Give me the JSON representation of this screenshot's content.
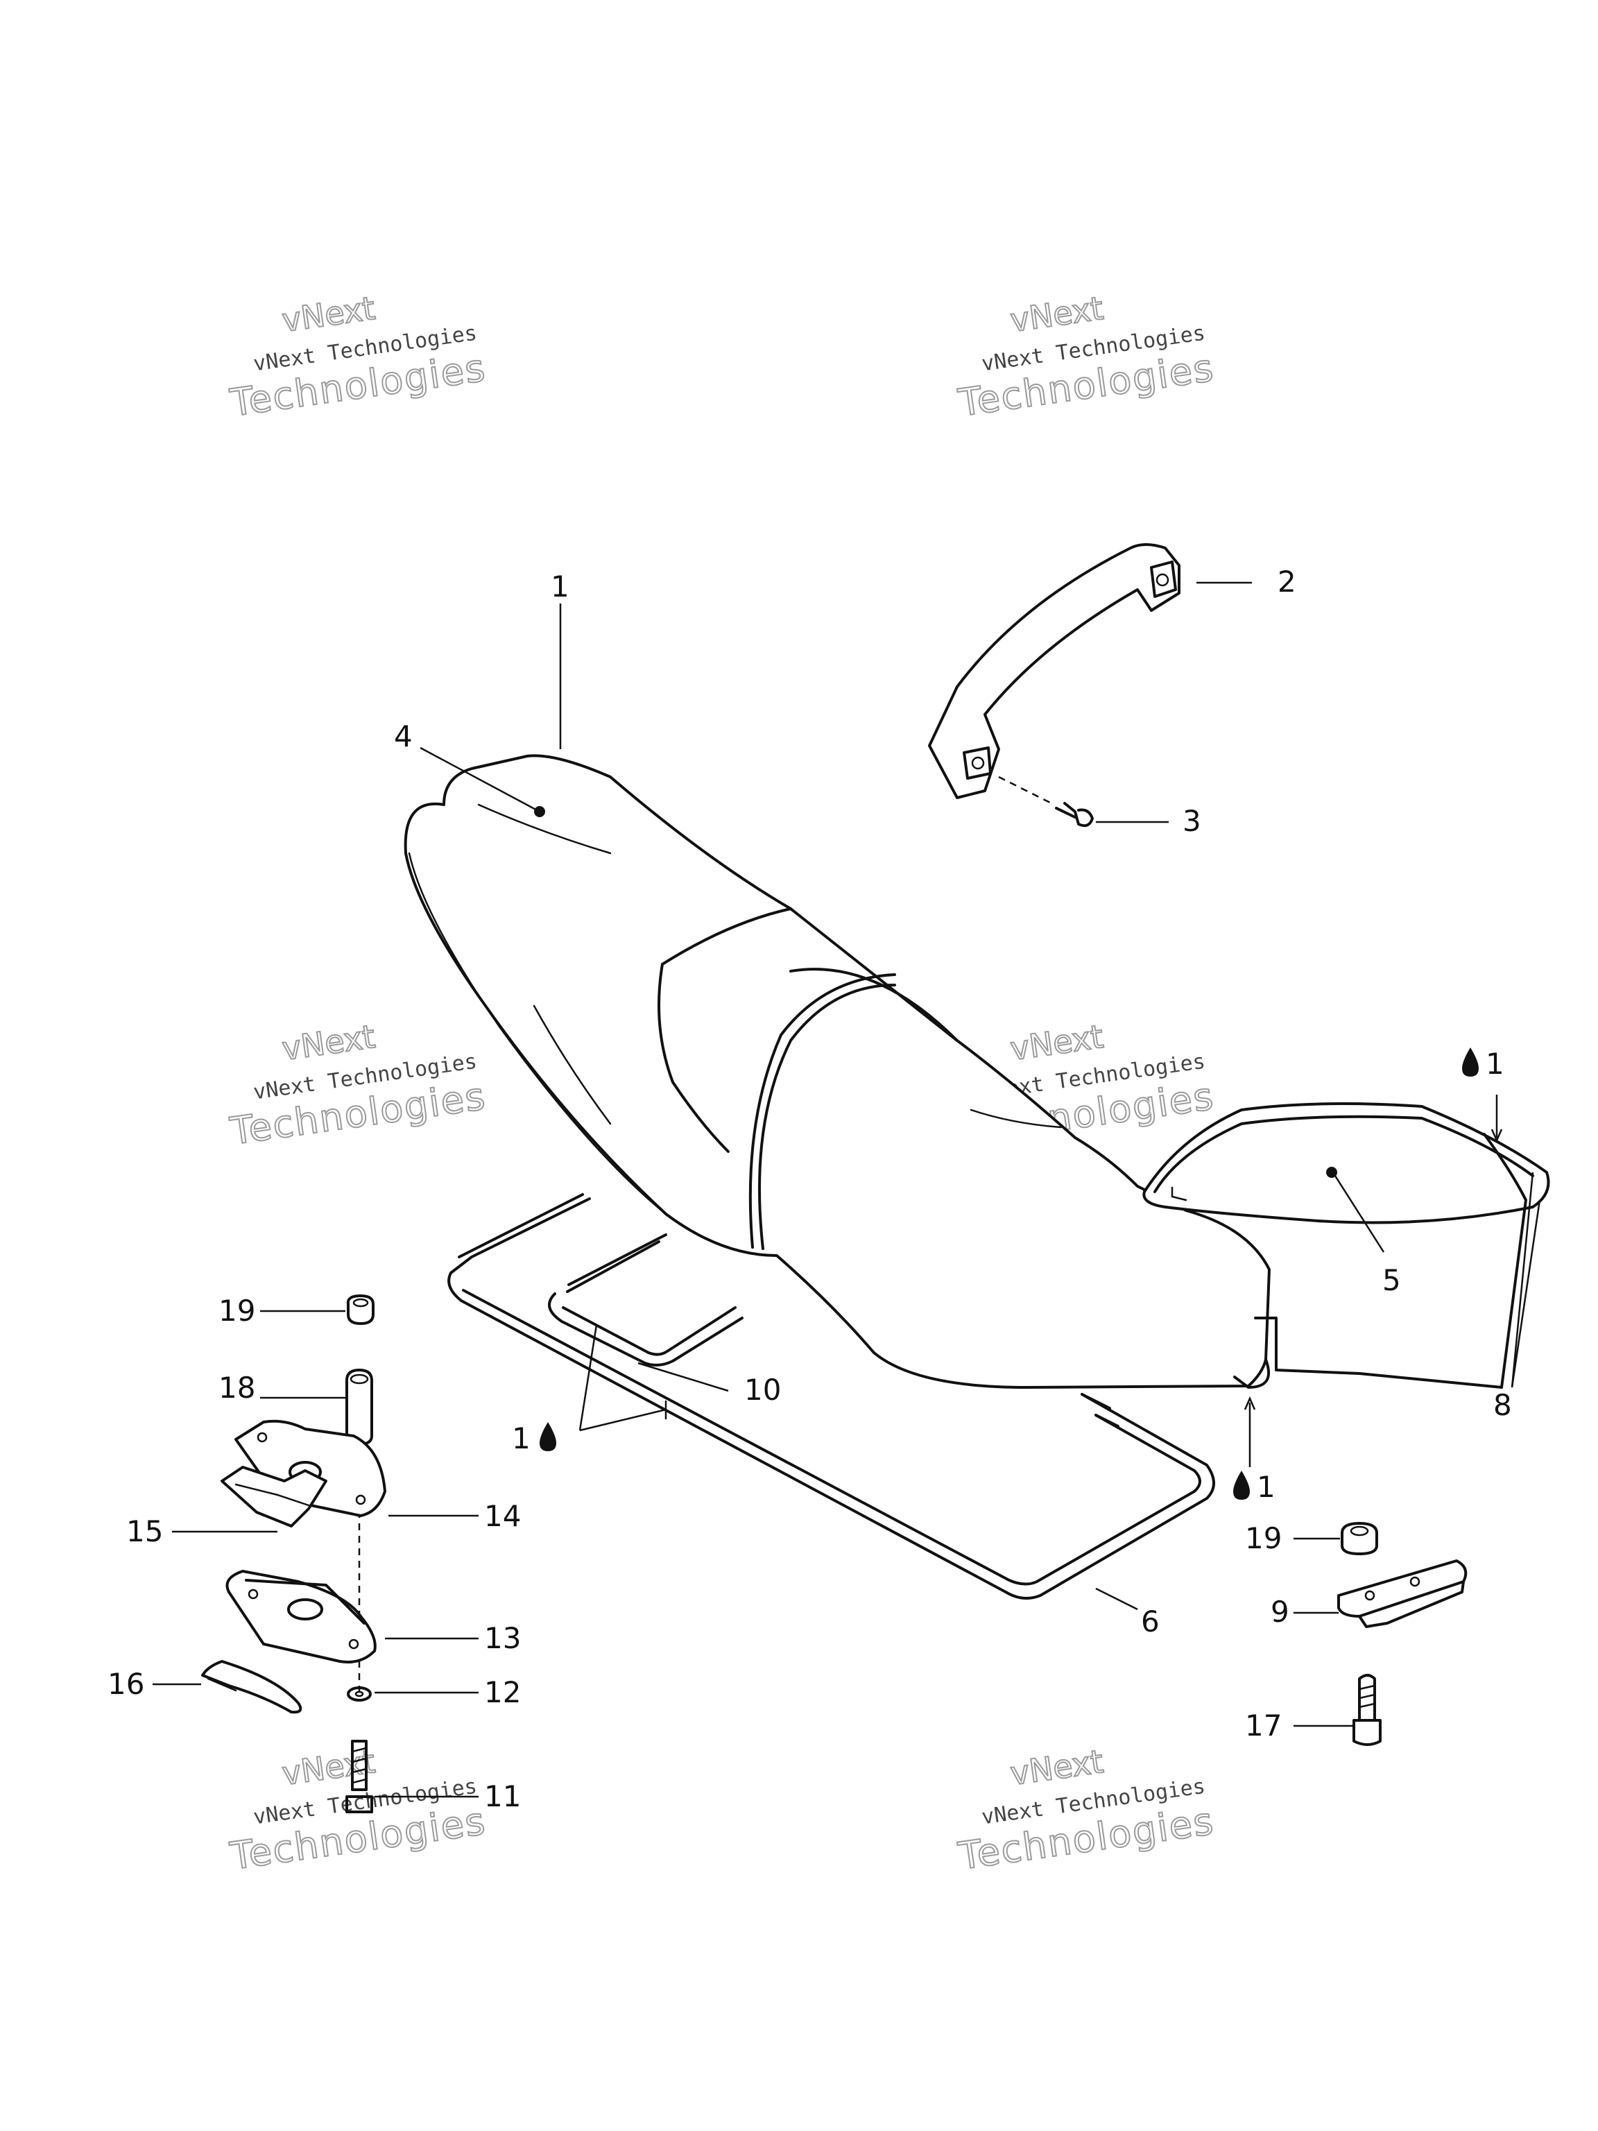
{
  "watermark": {
    "top_word": "vNext",
    "line": "vNext Technologies",
    "bottom_word": "Technologies"
  },
  "callouts": [
    {
      "id": "1",
      "label": "1"
    },
    {
      "id": "2",
      "label": "2"
    },
    {
      "id": "3",
      "label": "3"
    },
    {
      "id": "4",
      "label": "4"
    },
    {
      "id": "5",
      "label": "5"
    },
    {
      "id": "6",
      "label": "6"
    },
    {
      "id": "8",
      "label": "8"
    },
    {
      "id": "9",
      "label": "9"
    },
    {
      "id": "10",
      "label": "10"
    },
    {
      "id": "11",
      "label": "11"
    },
    {
      "id": "12",
      "label": "12"
    },
    {
      "id": "13",
      "label": "13"
    },
    {
      "id": "14",
      "label": "14"
    },
    {
      "id": "15",
      "label": "15"
    },
    {
      "id": "16",
      "label": "16"
    },
    {
      "id": "17",
      "label": "17"
    },
    {
      "id": "18",
      "label": "18"
    },
    {
      "id": "19",
      "label": "19"
    }
  ],
  "adhesive_notes": [
    {
      "id": "a",
      "label": "1",
      "icon": "drop-icon"
    },
    {
      "id": "b",
      "label": "1",
      "icon": "drop-icon"
    },
    {
      "id": "c",
      "label": "1",
      "icon": "drop-icon"
    }
  ]
}
